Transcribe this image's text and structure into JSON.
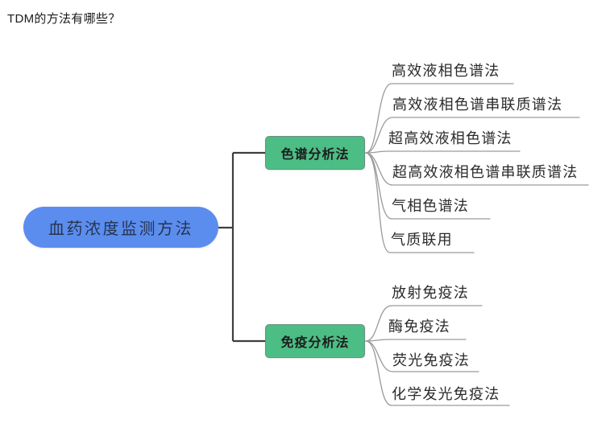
{
  "page": {
    "title": "TDM的方法有哪些？",
    "background_color": "#ffffff"
  },
  "colors": {
    "root_fill": "#5b8def",
    "root_text": "#26344f",
    "branch_fill": "#4cbd84",
    "branch_border": "#6f8f7e",
    "branch_text": "#1d1d1d",
    "leaf_text": "#2b2b2b",
    "trunk_connector": "#3f3f3f",
    "leaf_connector": "#9a9a9a"
  },
  "mindmap": {
    "root": {
      "label": "血药浓度监测方法",
      "shape": "rounded-pill"
    },
    "branches": [
      {
        "label": "色谱分析法",
        "shape": "rounded-rect",
        "leaves": [
          {
            "label": "高效液相色谱法"
          },
          {
            "label": "高效液相色谱串联质谱法"
          },
          {
            "label": "超高效液相色谱法"
          },
          {
            "label": "超高效液相色谱串联质谱法"
          },
          {
            "label": "气相色谱法"
          },
          {
            "label": "气质联用"
          }
        ]
      },
      {
        "label": "免疫分析法",
        "shape": "rounded-rect",
        "leaves": [
          {
            "label": "放射免疫法"
          },
          {
            "label": "酶免疫法"
          },
          {
            "label": "荧光免疫法"
          },
          {
            "label": "化学发光免疫法"
          }
        ]
      }
    ]
  }
}
